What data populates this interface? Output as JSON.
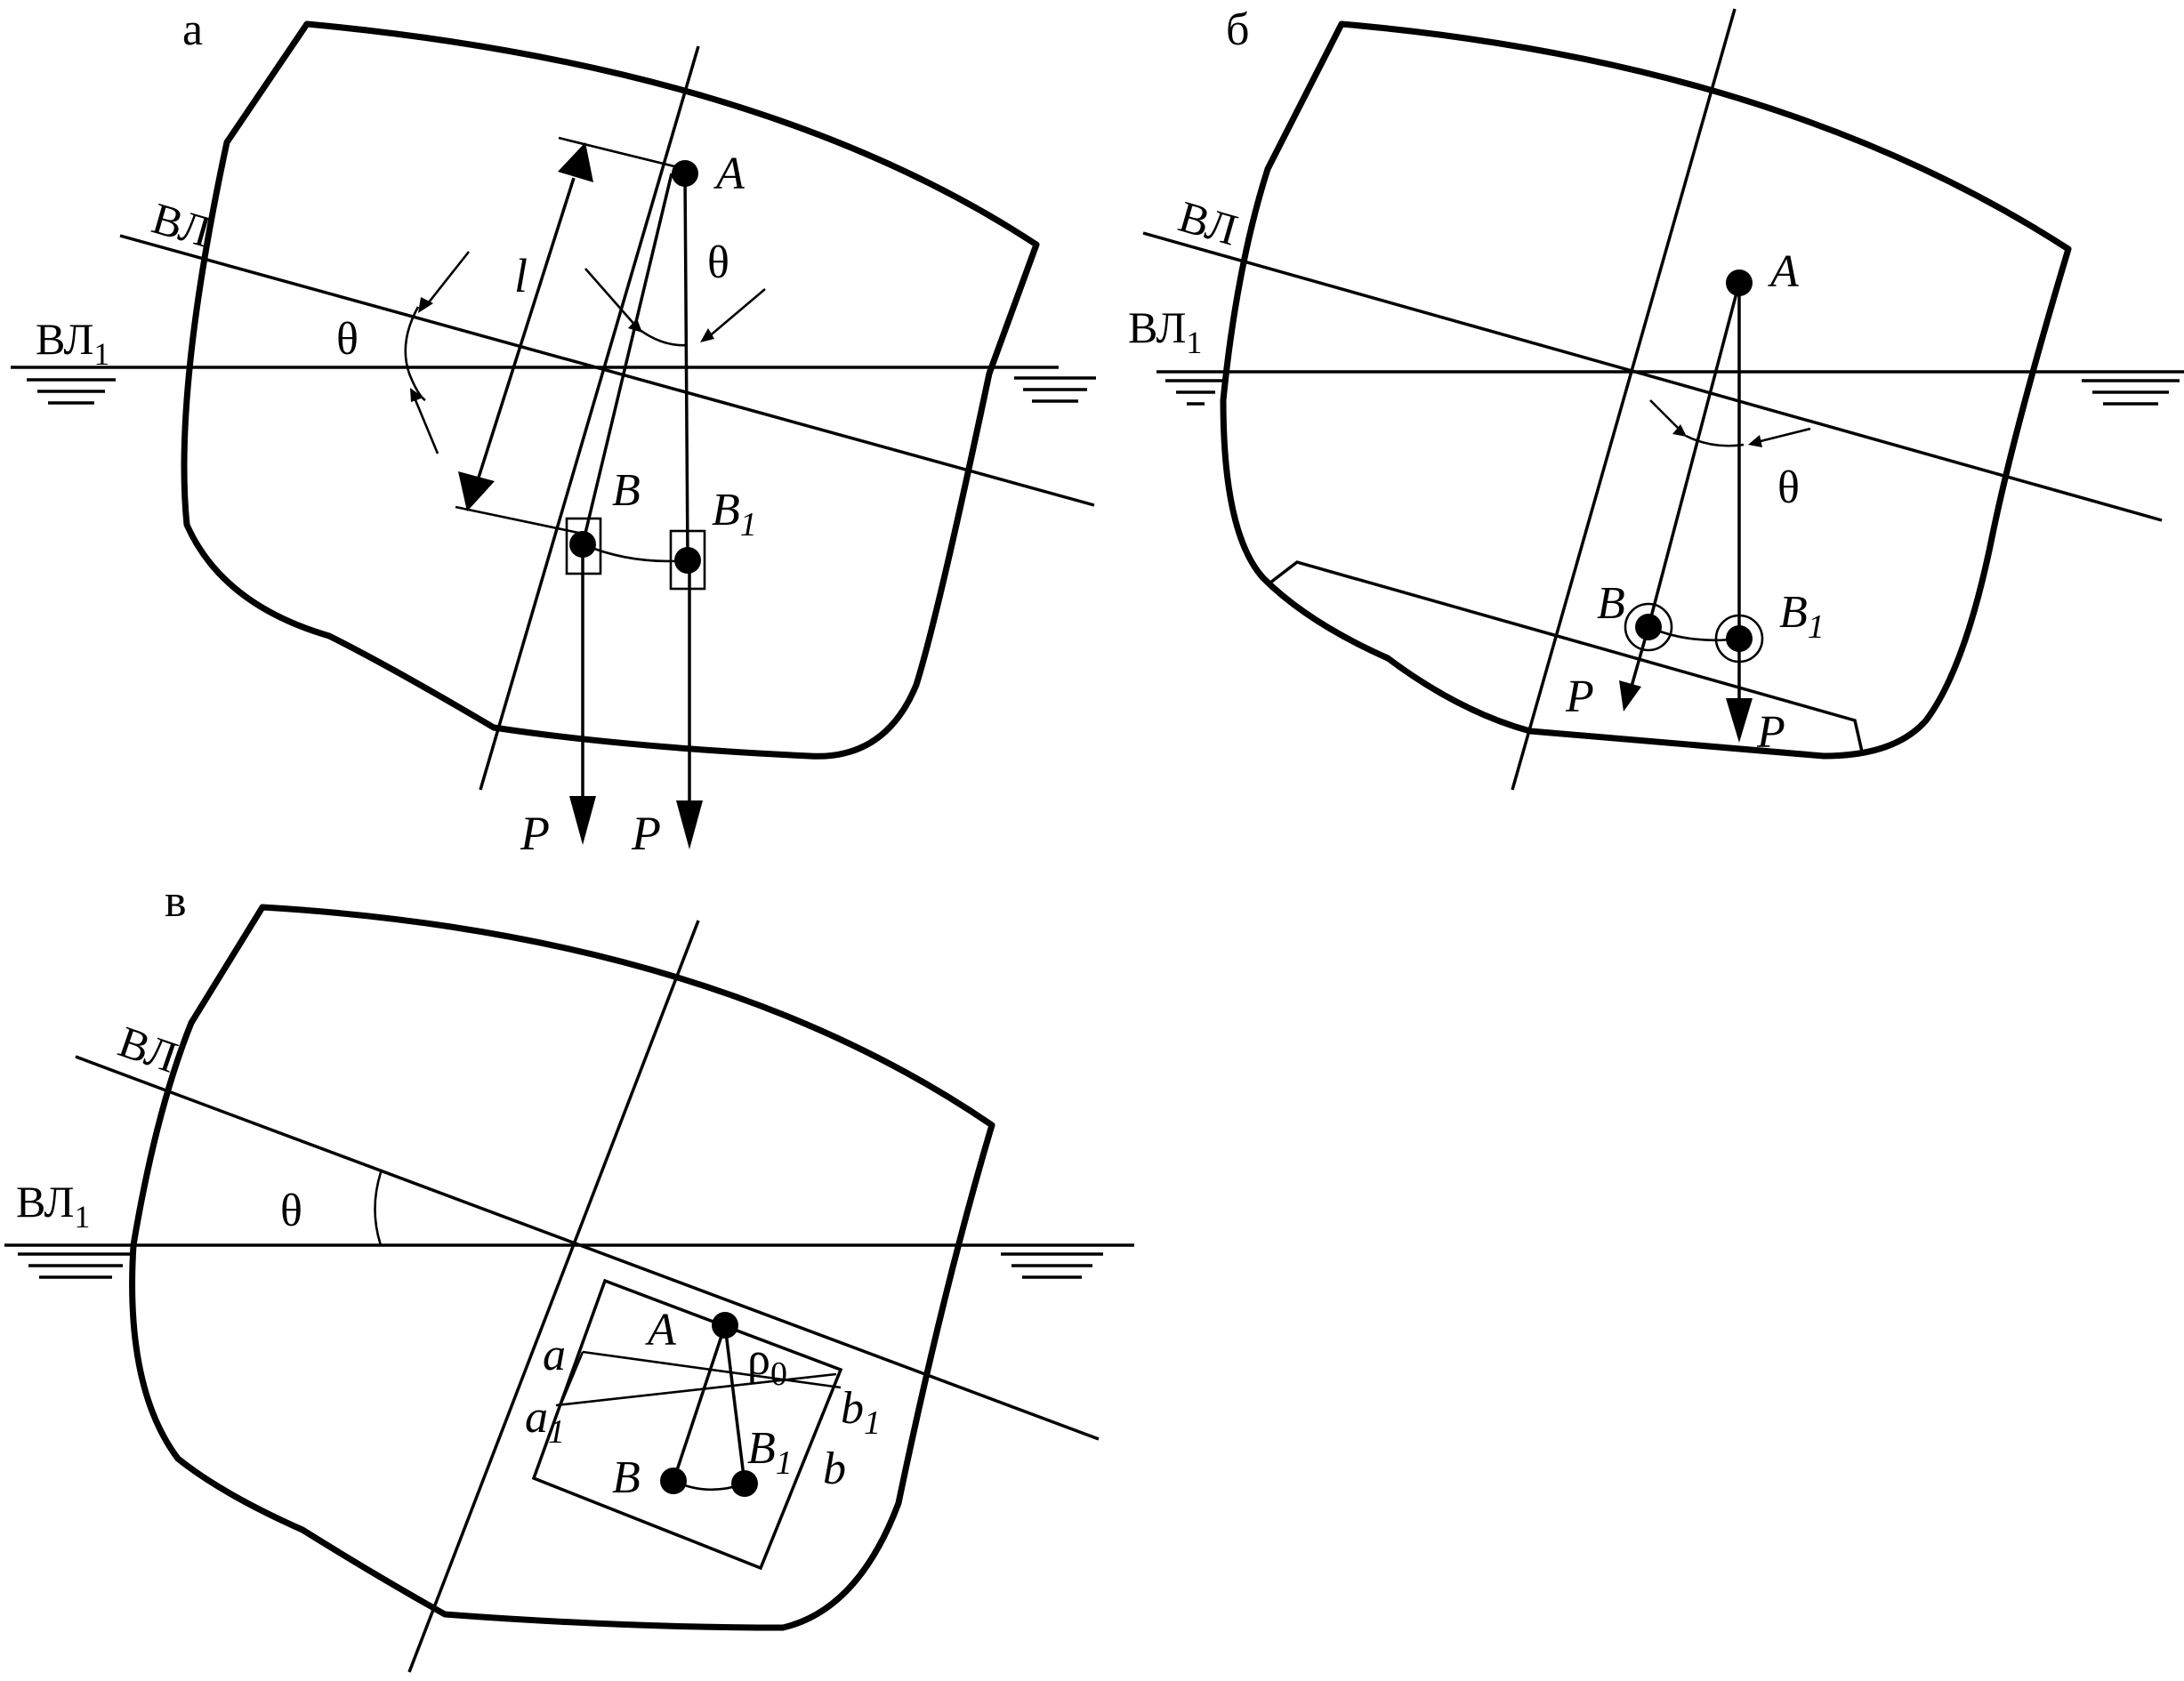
{
  "panels": {
    "a": {
      "label": "а",
      "wl": "ВЛ",
      "wl1": "ВЛ",
      "wl1_sub": "1",
      "theta_left": "θ",
      "theta_right": "θ",
      "length": "l",
      "point_a": "A",
      "point_b": "B",
      "point_b1": "B",
      "point_b1_sub": "1",
      "force_1": "P",
      "force_2": "P"
    },
    "b": {
      "label": "б",
      "wl": "ВЛ",
      "wl1": "ВЛ",
      "wl1_sub": "1",
      "theta": "θ",
      "point_a": "A",
      "point_b": "B",
      "point_b1": "B",
      "point_b1_sub": "1",
      "force_1": "P",
      "force_2": "P"
    },
    "c": {
      "label": "в",
      "wl": "ВЛ",
      "wl1": "ВЛ",
      "wl1_sub": "1",
      "theta": "θ",
      "point_a": "A",
      "point_b": "B",
      "point_b1": "B",
      "point_b1_sub": "1",
      "rho": "ρ",
      "rho_sub": "0",
      "corner_a": "a",
      "corner_a1": "a",
      "corner_a1_sub": "1",
      "corner_b": "b",
      "corner_b1": "b",
      "corner_b1_sub": "1"
    }
  }
}
